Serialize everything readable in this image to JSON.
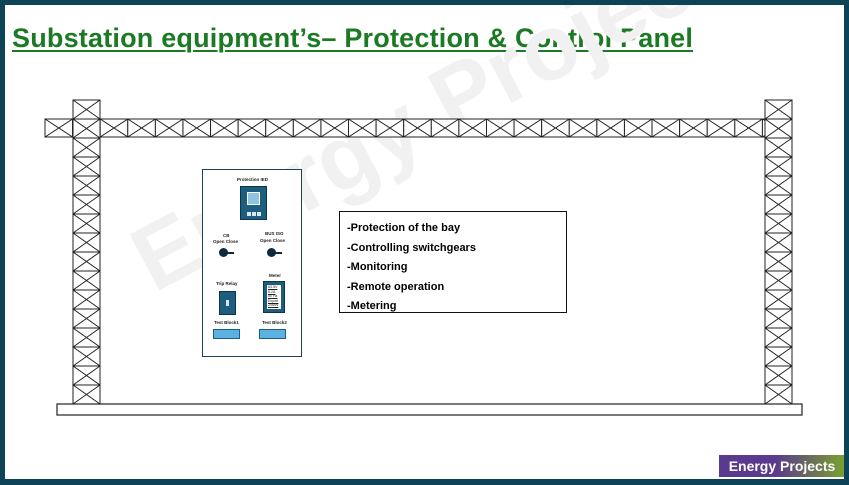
{
  "title": "Substation equipment’s– Protection & Control Panel",
  "watermark": "Energy Projects",
  "panel": {
    "ied_label": "Protection IED",
    "cb": {
      "label": "CB",
      "sub": "Open  Close"
    },
    "bus_iso": {
      "label": "BUS ISO",
      "sub": "Open  Close"
    },
    "trip_relay": "Trip Relay",
    "meter": {
      "label": "Meter",
      "values": [
        "63.5V",
        "5.2A",
        "50 Hz",
        "Export",
        "20MW"
      ]
    },
    "test_block1": "Test Block1",
    "test_block2": "Test Block2"
  },
  "functions": [
    "-Protection of the bay",
    "-Controlling switchgears",
    "-Monitoring",
    "-Remote operation",
    "-Metering"
  ],
  "logo": "Energy Projects",
  "colors": {
    "title": "#1b7a23",
    "border": "#0d4357",
    "panel_device": "#1d5e7e",
    "test_block": "#5bb1e1",
    "logo_purple": "#5a3a8c",
    "logo_green": "#7aa12e"
  }
}
